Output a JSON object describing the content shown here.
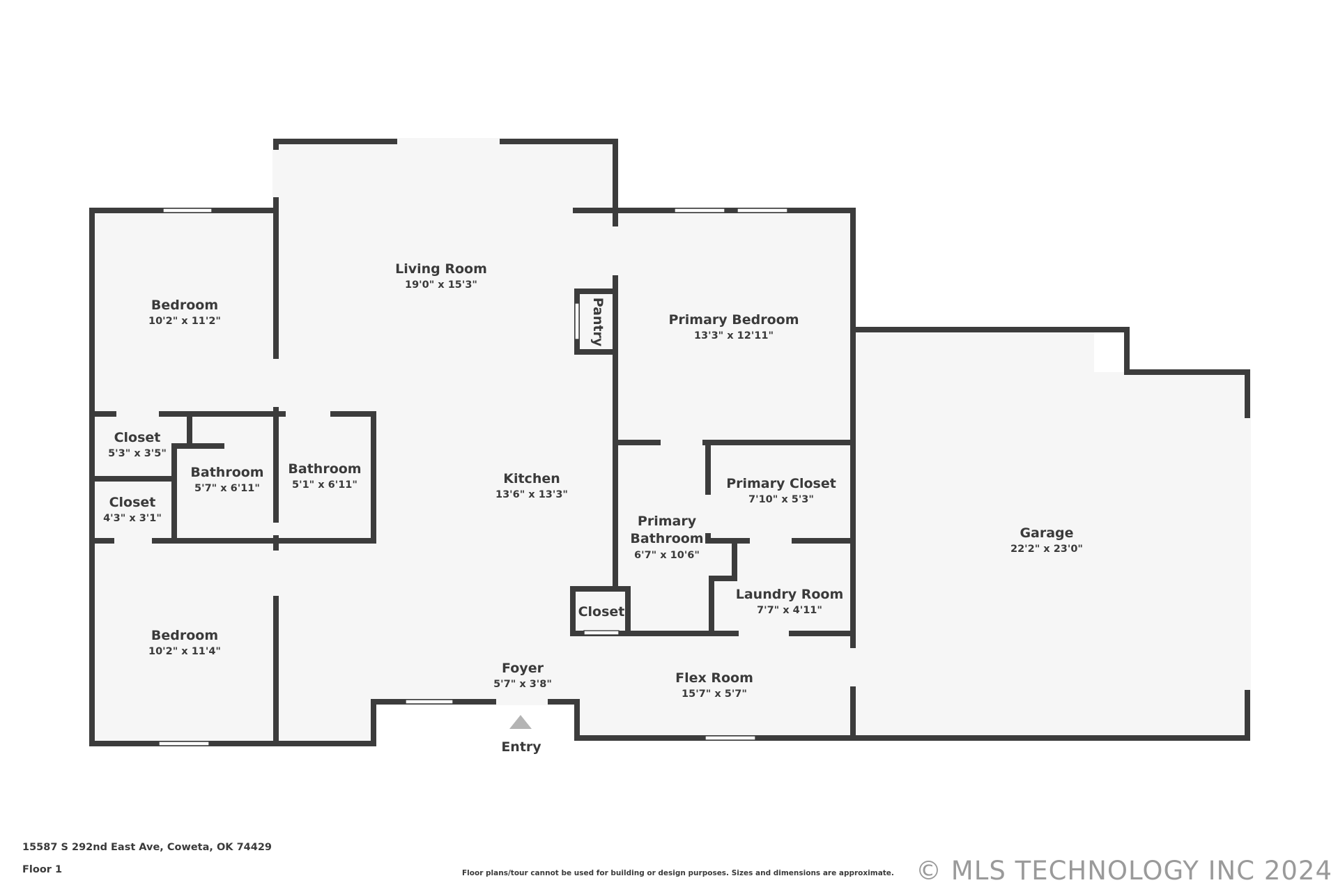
{
  "floorplan": {
    "rooms": {
      "living_room": {
        "name": "Living Room",
        "dim": "19'0\" x 15'3\""
      },
      "bedroom_top": {
        "name": "Bedroom",
        "dim": "10'2\" x 11'2\""
      },
      "pantry": {
        "name": "Pantry"
      },
      "primary_bedroom": {
        "name": "Primary Bedroom",
        "dim": "13'3\" x 12'11\""
      },
      "closet_1": {
        "name": "Closet",
        "dim": "5'3\" x 3'5\""
      },
      "bathroom_1": {
        "name": "Bathroom",
        "dim": "5'7\" x 6'11\""
      },
      "bathroom_2": {
        "name": "Bathroom",
        "dim": "5'1\" x 6'11\""
      },
      "closet_2": {
        "name": "Closet",
        "dim": "4'3\" x 3'1\""
      },
      "kitchen": {
        "name": "Kitchen",
        "dim": "13'6\" x 13'3\""
      },
      "primary_closet": {
        "name": "Primary Closet",
        "dim": "7'10\" x 5'3\""
      },
      "primary_bathroom": {
        "name_line1": "Primary",
        "name_line2": "Bathroom",
        "dim": "6'7\" x 10'6\""
      },
      "garage": {
        "name": "Garage",
        "dim": "22'2\" x 23'0\""
      },
      "laundry_room": {
        "name": "Laundry Room",
        "dim": "7'7\" x 4'11\""
      },
      "closet_3": {
        "name": "Closet"
      },
      "bedroom_bottom": {
        "name": "Bedroom",
        "dim": "10'2\" x 11'4\""
      },
      "foyer": {
        "name": "Foyer",
        "dim": "5'7\" x 3'8\""
      },
      "flex_room": {
        "name": "Flex Room",
        "dim": "15'7\" x 5'7\""
      }
    },
    "entry_label": "Entry",
    "colors": {
      "wall": "#3c3c3c",
      "floor": "#f6f6f6",
      "entry_arrow": "#b4b4b4",
      "watermark": "#9a9a9a"
    }
  },
  "footer": {
    "address": "15587 S 292nd East Ave, Coweta, OK 74429",
    "floor": "Floor 1",
    "disclaimer": "Floor plans/tour cannot be used for building or design purposes. Sizes and dimensions are approximate.",
    "watermark": "© MLS TECHNOLOGY INC 2024"
  }
}
